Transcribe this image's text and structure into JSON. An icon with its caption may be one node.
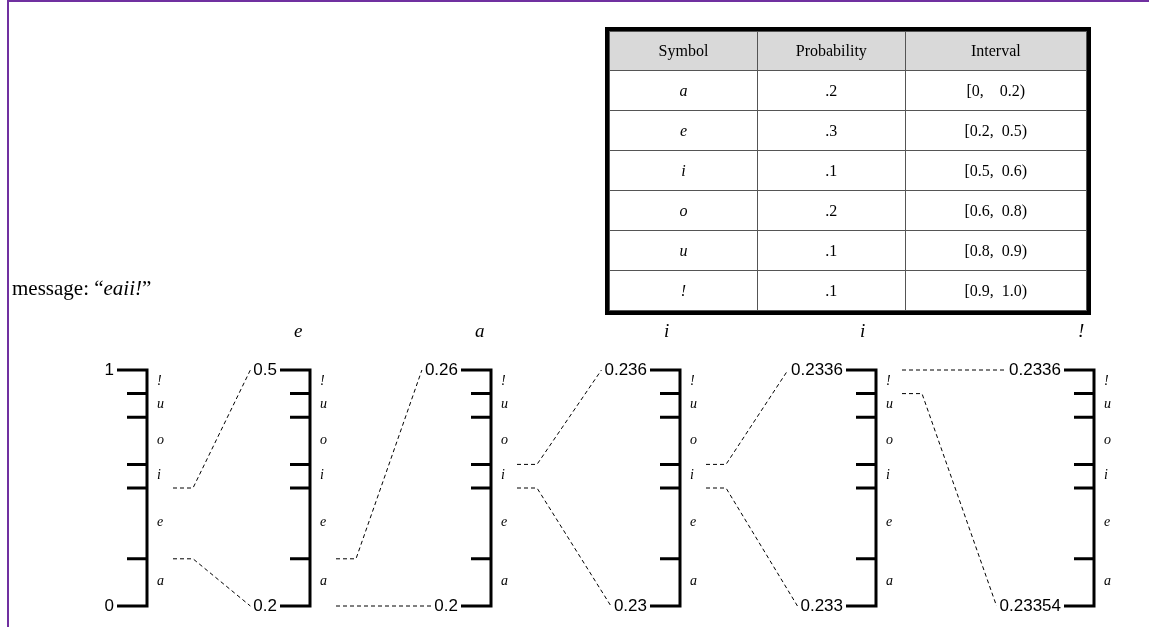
{
  "diagram": {
    "title": "message: “*eaii!*”",
    "nodes": [
      {
        "text": [
          "1",
          "!",
          "u",
          "o",
          "i",
          "e",
          "a",
          "0"
        ]
      },
      {
        "text": [
          "0.5",
          "!",
          "u",
          "o",
          "i",
          "e",
          "a",
          "0.2"
        ],
        "beside": [
          "e"
        ]
      },
      {
        "text": [
          "0.26",
          "!",
          "u",
          "o",
          "i",
          "e",
          "a",
          "0.2"
        ],
        "beside": [
          "a"
        ]
      },
      {
        "text": [
          "0.236",
          "!",
          "u",
          "o",
          "i",
          "e",
          "a",
          "0.23"
        ],
        "beside": [
          "i"
        ]
      },
      {
        "text": [
          "0.2336",
          "!",
          "u",
          "o",
          "i",
          "e",
          "a",
          "0.233"
        ],
        "beside": [
          "i"
        ]
      },
      {
        "text": [
          "0.2336",
          "!",
          "u",
          "o",
          "i",
          "e",
          "a",
          "0.23354"
        ],
        "beside": [
          "!"
        ]
      }
    ],
    "edges": [
      {
        "from": 0,
        "to": 1,
        "arrow": "none",
        "style": "dashed"
      },
      {
        "from": 0,
        "to": 1,
        "arrow": "none",
        "style": "dashed"
      },
      {
        "from": 1,
        "to": 2,
        "arrow": "none",
        "style": "dashed"
      },
      {
        "from": 1,
        "to": 2,
        "arrow": "none",
        "style": "dashed"
      },
      {
        "from": 2,
        "to": 3,
        "arrow": "none",
        "style": "dashed"
      },
      {
        "from": 2,
        "to": 3,
        "arrow": "none",
        "style": "dashed"
      },
      {
        "from": 3,
        "to": 4,
        "arrow": "none",
        "style": "dashed"
      },
      {
        "from": 3,
        "to": 4,
        "arrow": "none",
        "style": "dashed"
      },
      {
        "from": 4,
        "to": 5,
        "arrow": "none",
        "style": "dashed"
      },
      {
        "from": 4,
        "to": 5,
        "arrow": "none",
        "style": "dashed"
      }
    ],
    "labels": [
      "Symbol",
      "Probability",
      "Interval",
      "a",
      ".2",
      "[0,    0.2)",
      "e",
      ".3",
      "[0.2,  0.5)",
      "i",
      ".1",
      "[0.5,  0.6)",
      "o",
      ".2",
      "[0.6,  0.8)",
      "u",
      ".1",
      "[0.8,  0.9)",
      "!",
      ".1",
      "[0.9,  1.0)"
    ]
  }
}
